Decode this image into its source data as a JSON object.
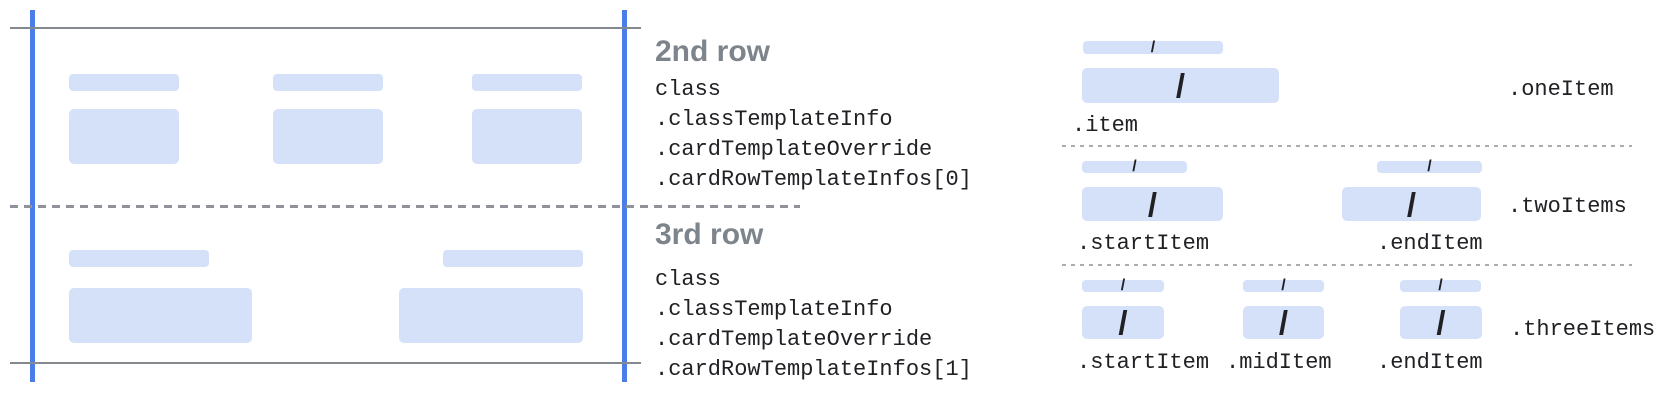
{
  "glyphs": {
    "slash": "/"
  },
  "colors": {
    "placeholder_fill": "#d5e1f9",
    "guide_blue": "#4a7de9",
    "line_gray": "#85888d",
    "dash_gray": "#9aa0a6",
    "heading_gray": "#7d848b",
    "code_text": "#202124"
  },
  "left_panel": {
    "rows": [
      {
        "heading": "2nd row",
        "class_path": [
          "class",
          ".classTemplateInfo",
          ".cardTemplateOverride",
          ".cardRowTemplateInfos[0]"
        ]
      },
      {
        "heading": "3rd row",
        "class_path": [
          "class",
          ".classTemplateInfo",
          ".cardTemplateOverride",
          ".cardRowTemplateInfos[1]"
        ]
      }
    ]
  },
  "right_panel": {
    "sections": [
      {
        "layout_label": ".oneItem",
        "item_labels": [
          ".item"
        ]
      },
      {
        "layout_label": ".twoItems",
        "item_labels": [
          ".startItem",
          ".endItem"
        ]
      },
      {
        "layout_label": ".threeItems",
        "item_labels": [
          ".startItem",
          ".midItem",
          ".endItem"
        ]
      }
    ]
  }
}
